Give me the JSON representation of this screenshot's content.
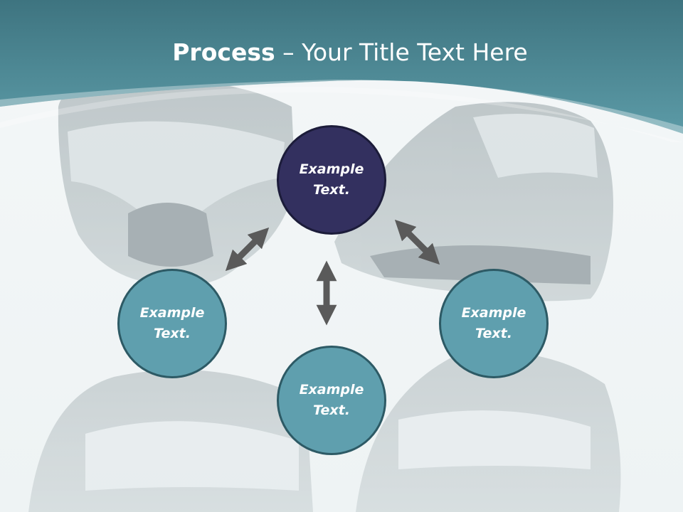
{
  "title": {
    "bold": "Process",
    "rest": " – Your Title Text Here"
  },
  "nodes": {
    "top": {
      "line1": "Example",
      "line2": "Text."
    },
    "left": {
      "line1": "Example",
      "line2": "Text."
    },
    "right": {
      "line1": "Example",
      "line2": "Text."
    },
    "bottom": {
      "line1": "Example",
      "line2": "Text."
    }
  },
  "colors": {
    "header_teal": "#4f8d99",
    "node_dark": "#33305f",
    "node_teal": "#5f9fae",
    "arrow_gray": "#5a5a5a"
  }
}
